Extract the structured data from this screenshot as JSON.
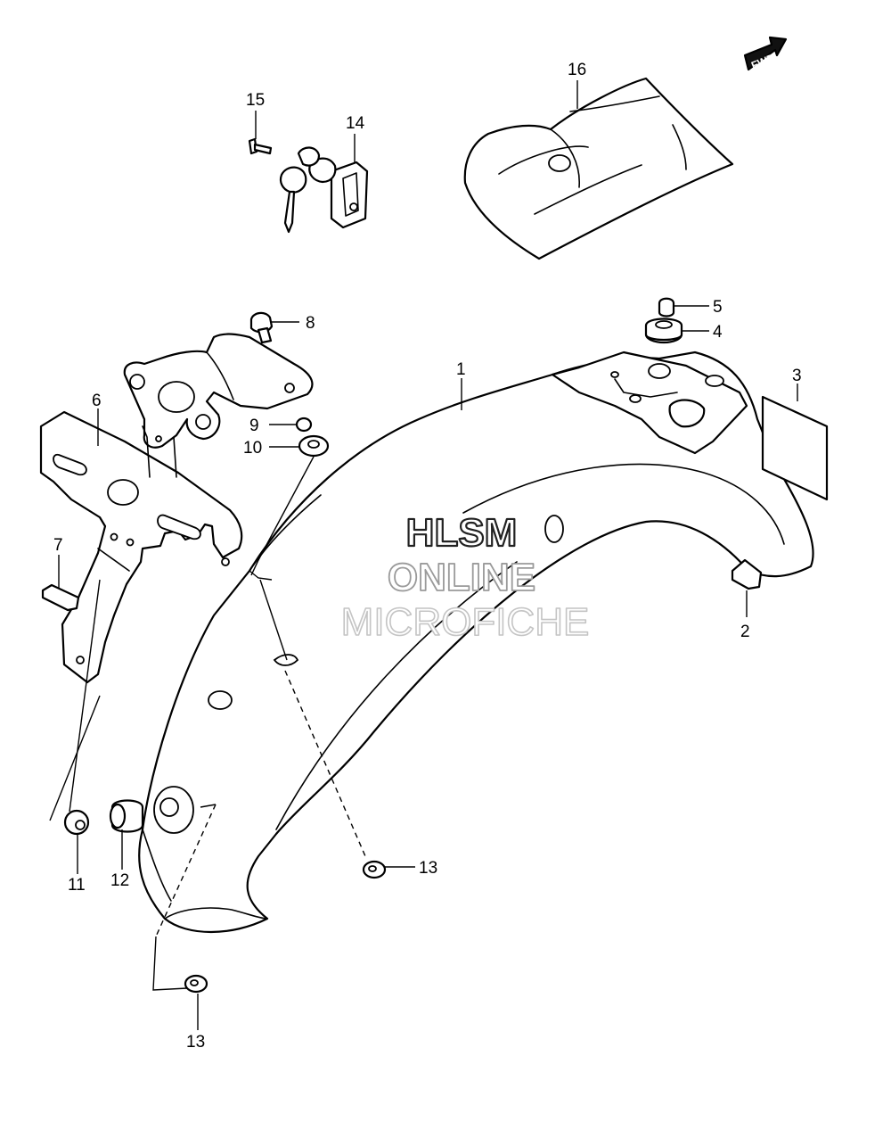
{
  "callouts": {
    "c1": "1",
    "c2": "2",
    "c3": "3",
    "c4": "4",
    "c5": "5",
    "c6": "6",
    "c7": "7",
    "c8": "8",
    "c9": "9",
    "c10": "10",
    "c11": "11",
    "c12": "12",
    "c13a": "13",
    "c13b": "13",
    "c14": "14",
    "c15": "15",
    "c16": "16"
  },
  "fwd_label": "FWD",
  "watermark": {
    "line1": "HLSM",
    "line2": "ONLINE",
    "line3": "MICROFICHE"
  }
}
